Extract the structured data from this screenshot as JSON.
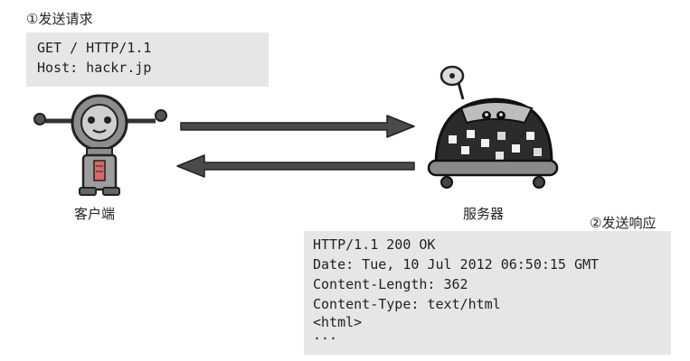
{
  "request": {
    "step_label": "①发送请求",
    "lines": [
      "GET / HTTP/1.1",
      "Host: hackr.jp"
    ]
  },
  "client": {
    "caption": "客户端"
  },
  "server": {
    "caption": "服务器"
  },
  "response": {
    "step_label": "②发送响应",
    "lines": [
      "HTTP/1.1 200 OK",
      "Date: Tue, 10 Jul 2012 06:50:15 GMT",
      "Content-Length: 362",
      "Content-Type: text/html",
      "<html>",
      "..."
    ]
  },
  "colors": {
    "box_bg": "#e6e6e6",
    "arrow": "#4a4a4a",
    "robot_body": "#9a9a9a",
    "server_dome": "#2b2b2b"
  }
}
